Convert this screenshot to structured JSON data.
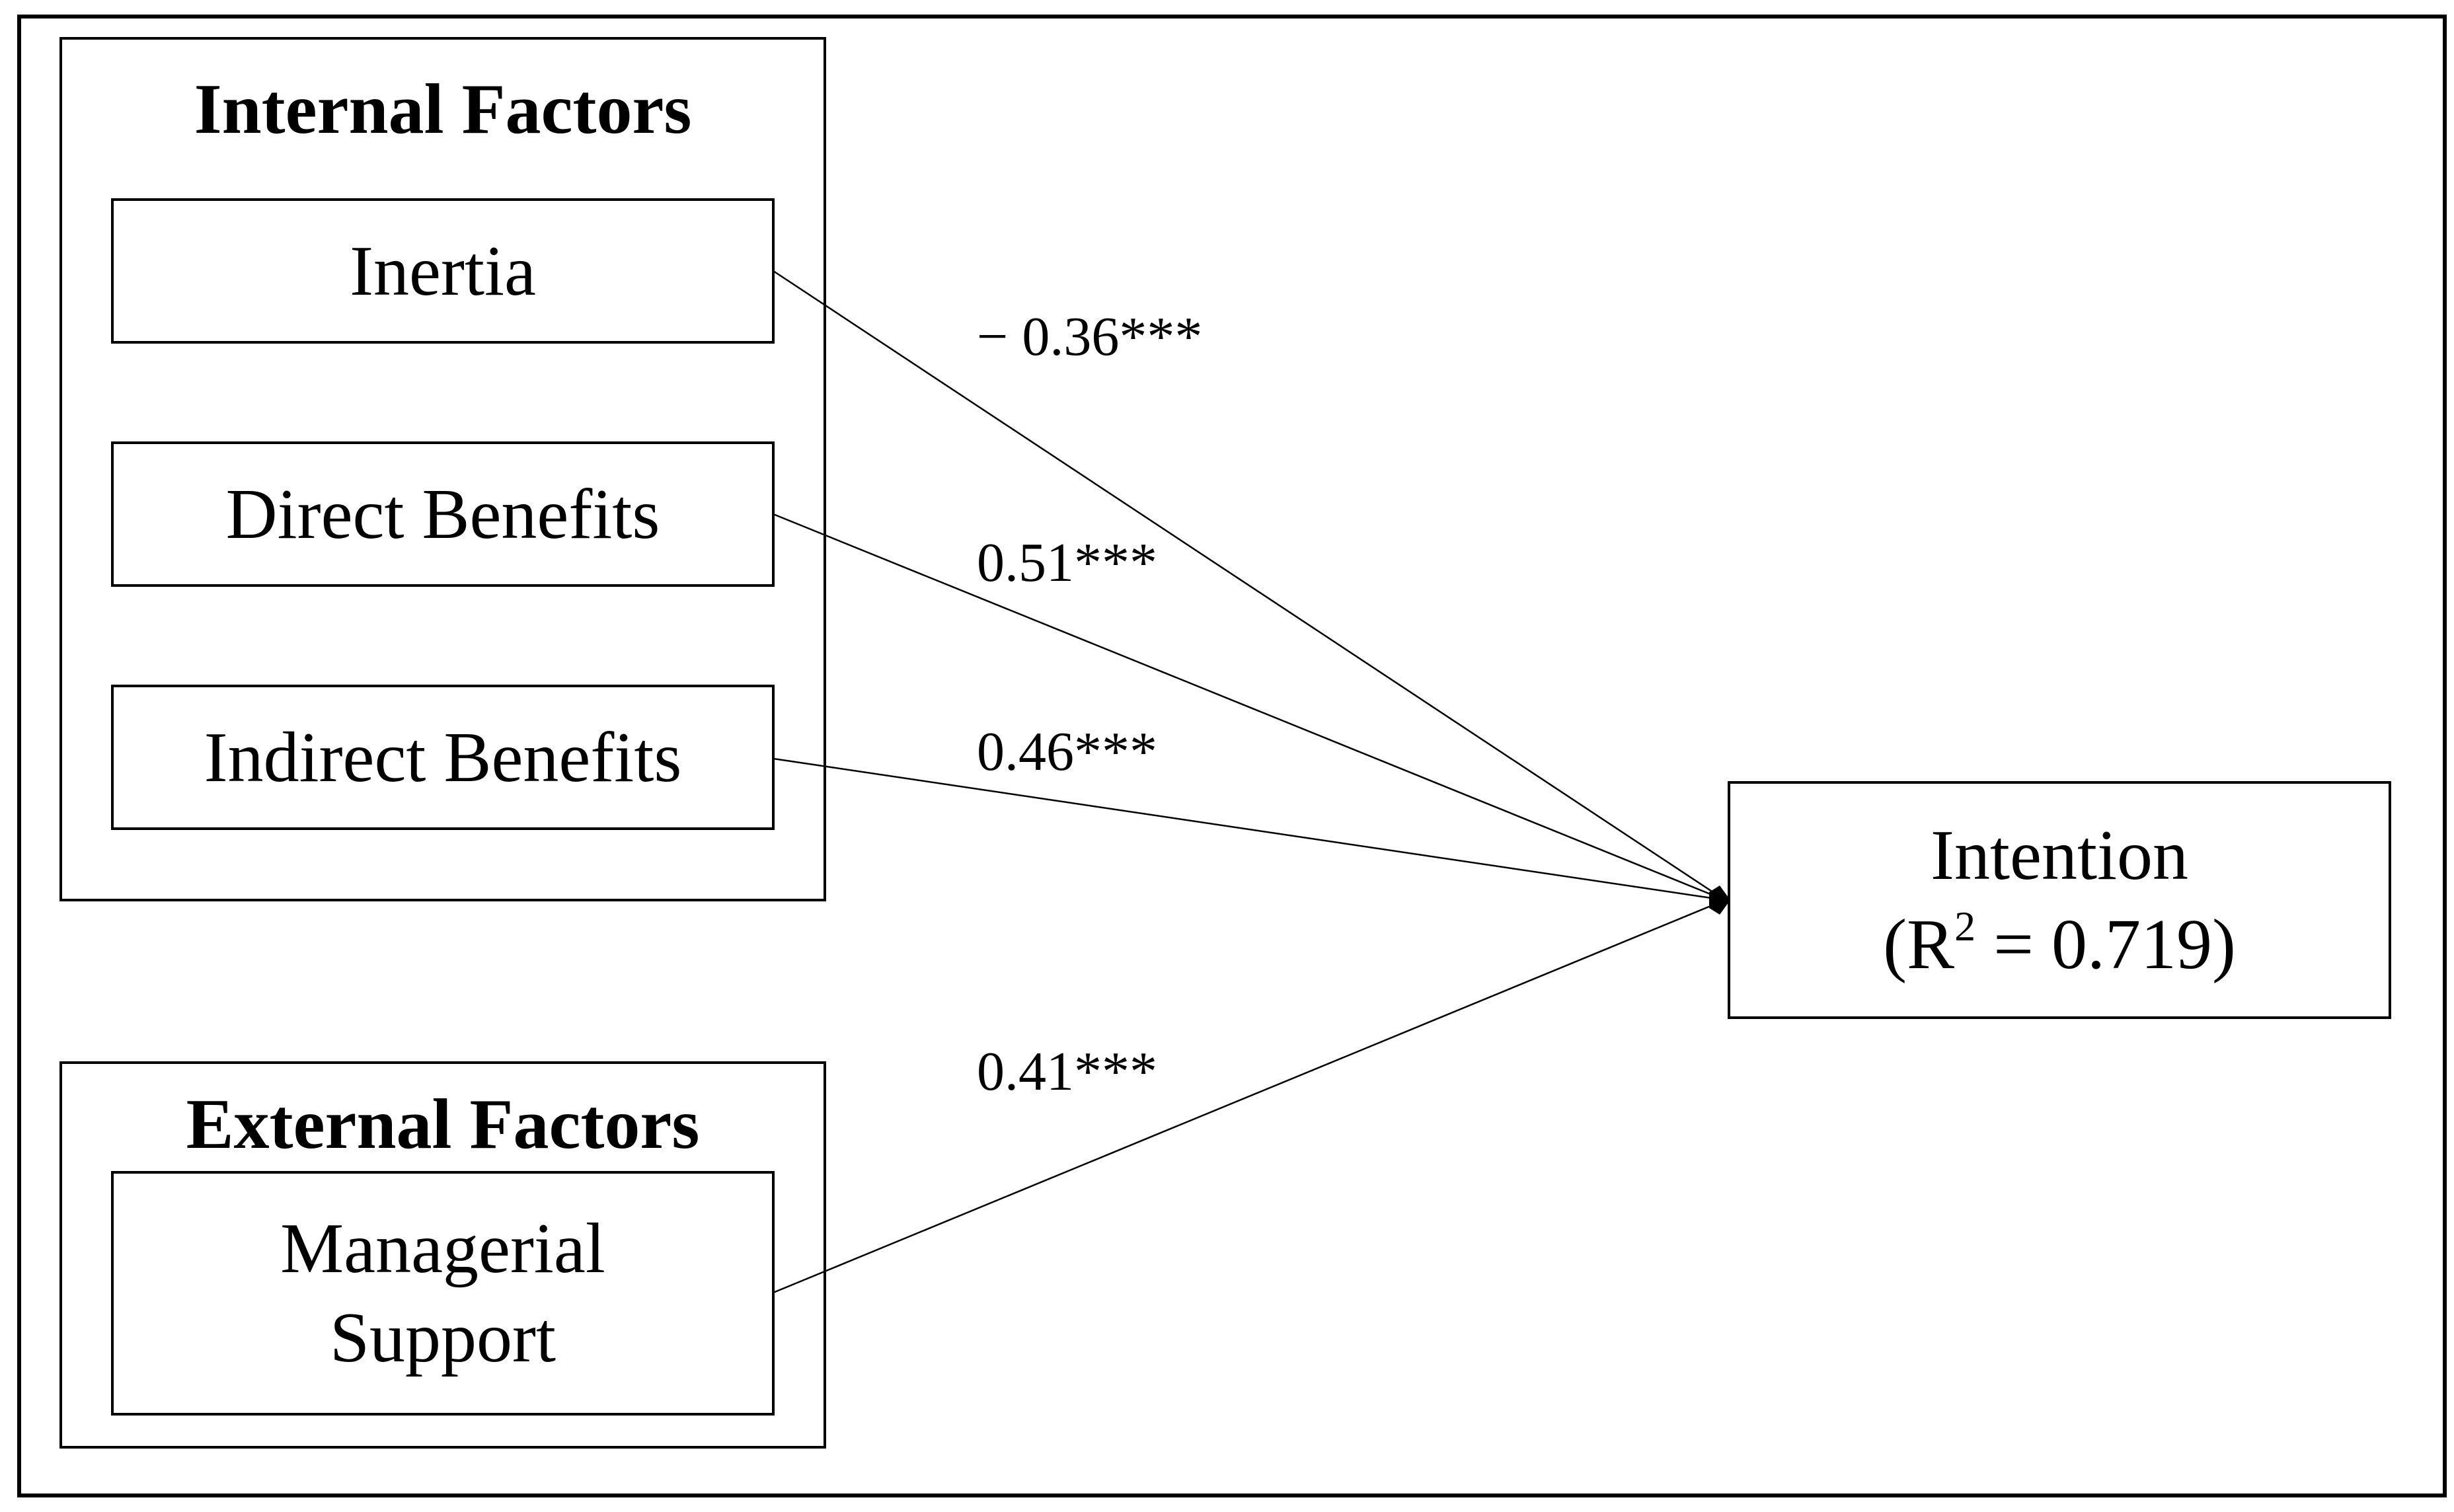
{
  "groups": {
    "internal": {
      "title": "Internal Factors",
      "items": {
        "inertia": "Inertia",
        "direct_benefits": "Direct Benefits",
        "indirect_benefits": "Indirect Benefits"
      }
    },
    "external": {
      "title": "External Factors",
      "items": {
        "managerial_support_line1": "Managerial",
        "managerial_support_line2": "Support"
      }
    }
  },
  "target": {
    "label": "Intention",
    "r2_prefix": "(R",
    "r2_sup": "2",
    "r2_suffix": " = 0.719)"
  },
  "paths": {
    "inertia": "− 0.36***",
    "direct_benefits": "0.51***",
    "indirect_benefits": "0.46***",
    "managerial_support": "0.41***"
  }
}
